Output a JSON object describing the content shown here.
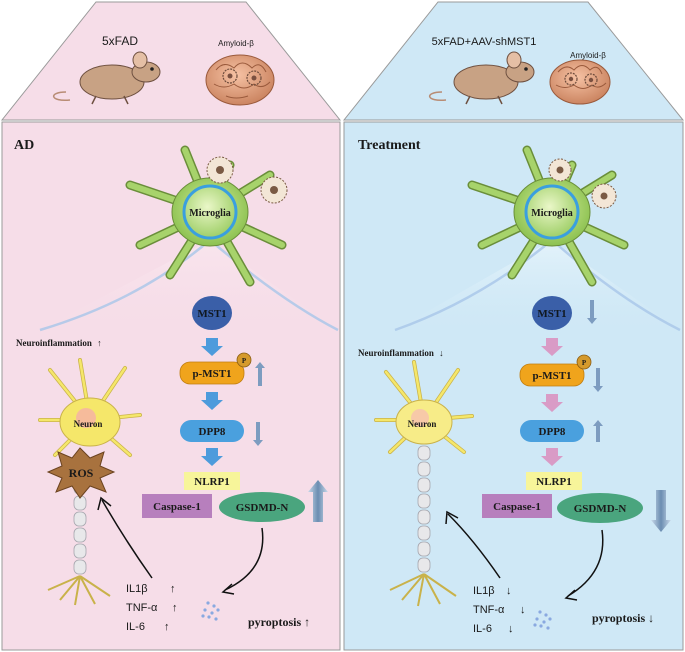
{
  "left_panel": {
    "model_label": "5xFAD",
    "amyloid_label": "Amyloid-β",
    "title": "AD",
    "microglia_label": "Microglia",
    "neuron_label": "Neuron",
    "ros_label": "ROS",
    "neuroinflammation_label": "Neuroinflammation",
    "neuroinflammation_arrow": "↑",
    "pathway": {
      "mst1": "MST1",
      "p_mst1": "p-MST1",
      "phospho": "P",
      "dpp8": "DPP8",
      "nlrp1": "NLRP1",
      "caspase1": "Caspase-1",
      "gsdmd": "GSDMD-N"
    },
    "cytokines": [
      {
        "name": "IL1β",
        "arrow": "↑"
      },
      {
        "name": "TNF-α",
        "arrow": "↑"
      },
      {
        "name": "IL-6",
        "arrow": "↑"
      }
    ],
    "pyroptosis_label": "pyroptosis",
    "pyroptosis_arrow": "↑"
  },
  "right_panel": {
    "model_label": "5xFAD+AAV-shMST1",
    "amyloid_label": "Amyloid-β",
    "title": "Treatment",
    "microglia_label": "Microglia",
    "neuron_label": "Neuron",
    "neuroinflammation_label": "Neuroinflammation",
    "neuroinflammation_arrow": "↓",
    "pathway": {
      "mst1": "MST1",
      "p_mst1": "p-MST1",
      "phospho": "P",
      "dpp8": "DPP8",
      "nlrp1": "NLRP1",
      "caspase1": "Caspase-1",
      "gsdmd": "GSDMD-N"
    },
    "cytokines": [
      {
        "name": "IL1β",
        "arrow": "↓"
      },
      {
        "name": "TNF-α",
        "arrow": "↓"
      },
      {
        "name": "IL-6",
        "arrow": "↓"
      }
    ],
    "pyroptosis_label": "pyroptosis",
    "pyroptosis_arrow": "↓"
  },
  "colors": {
    "left_bg": "#f6dde8",
    "right_bg": "#cfe8f6",
    "mst1": "#3a5fa8",
    "p_mst1": "#f0a41c",
    "dpp8": "#4aa0de",
    "nlrp1": "#f7f59a",
    "caspase1": "#b77fbd",
    "gsdmd": "#4aa57e",
    "microglia": "#a7d36b",
    "neuron": "#f5e76a",
    "ros": "#a8723e",
    "axon": "#e8e8ea",
    "left_pathway_arrow": "#4d9bdc",
    "right_pathway_arrow": "#d99bc6"
  }
}
